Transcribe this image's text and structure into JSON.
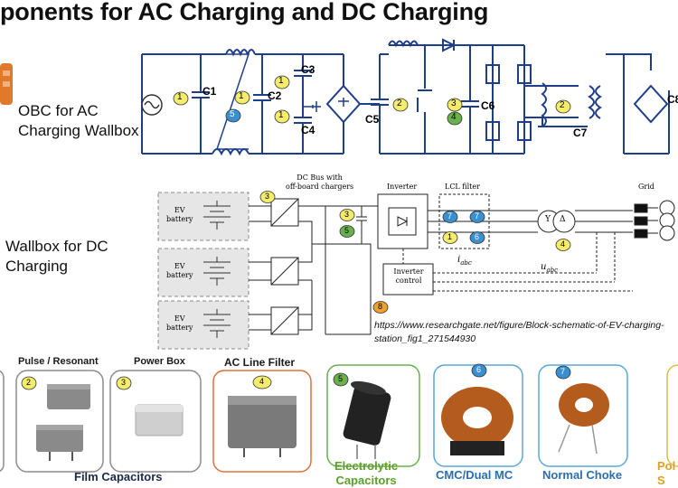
{
  "title": "ponents for AC Charging and DC Charging",
  "obc_label_line1": "OBC for AC",
  "obc_label_line2": "Charging Wallbox",
  "dc_label_line1": "Wallbox for DC",
  "dc_label_line2": "Charging",
  "ac_schematic": {
    "components": [
      "C1",
      "C2",
      "C3",
      "C4",
      "C5",
      "C6",
      "C7",
      "C8"
    ],
    "badges": [
      "1",
      "5",
      "1",
      "1",
      "1",
      "2",
      "3",
      "4",
      "2"
    ]
  },
  "dc_schematic": {
    "dc_bus_line1": "DC Bus with",
    "dc_bus_line2": "off-board chargers",
    "inverter": "Inverter",
    "lcl_filter": "LCL filter",
    "grid": "Grid",
    "ev_battery": "EV battery",
    "ev": "EV",
    "battery": "battery",
    "inverter_control_line1": "Inverter",
    "inverter_control_line2": "control",
    "i_abc": "i",
    "i_abc_sub": "abc",
    "u_abc": "u",
    "u_abc_sub": "abc",
    "yd_y": "Y",
    "yd_d": "Δ",
    "badges": [
      "3",
      "3",
      "5",
      "7",
      "7",
      "1",
      "6",
      "4",
      "8"
    ]
  },
  "credit_line1": "https://www.researchgate.net/figure/Block-schematic-of-EV-charging-",
  "credit_line2": "station_fig1_271544930",
  "categories": [
    {
      "badge": "2",
      "title": "Pulse / Resonant",
      "color": "#8c8c8c"
    },
    {
      "badge": "3",
      "title": "Power Box",
      "color": "#8c8c8c"
    },
    {
      "badge": "4",
      "title": "AC Line Filter",
      "color": "#e0703a"
    },
    {
      "badge": "5",
      "title": "",
      "color": "#6ab04c"
    },
    {
      "badge": "6",
      "title": "",
      "color": "#5aa8d8"
    },
    {
      "badge": "7",
      "title": "",
      "color": "#5aa8d8"
    }
  ],
  "bottom_labels": {
    "film": "Film Capacitors",
    "electrolytic_line1": "Electrolytic",
    "electrolytic_line2": "Capacitors",
    "cmc": "CMC/Dual MC",
    "choke": "Normal Choke",
    "poly_line1": "Pol",
    "poly_line2": "S"
  },
  "colors": {
    "circuit_blue": "#1f3e8a",
    "badge_yellow": "#f4ec6a",
    "badge_blue": "#3a8fd0",
    "badge_green": "#6ab04c",
    "green_text": "#5aa02c",
    "blue_text": "#2a6fb3"
  }
}
